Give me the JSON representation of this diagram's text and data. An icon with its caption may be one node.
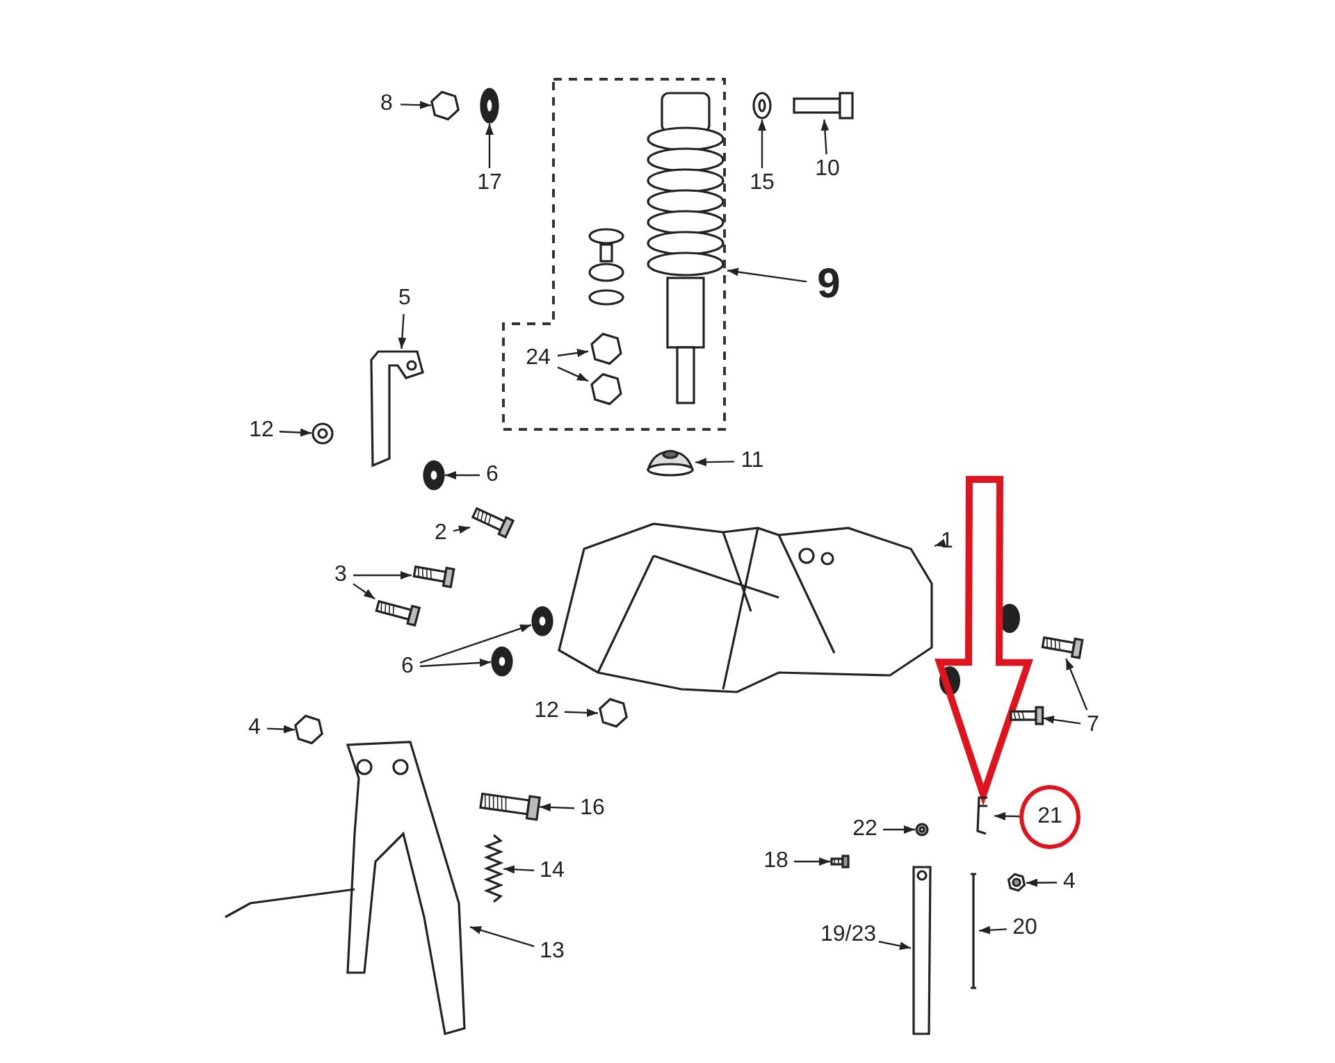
{
  "diagram": {
    "nodes": [
      {
        "text": [
          "8"
        ]
      },
      {
        "text": [
          "17"
        ]
      },
      {
        "text": [],
        "shape": "box"
      },
      {
        "text": [
          "15"
        ]
      },
      {
        "text": [
          "10"
        ]
      },
      {
        "text": [
          "9"
        ]
      },
      {
        "text": [
          "5"
        ]
      },
      {
        "text": [
          "24"
        ],
        "in": 2
      },
      {
        "text": [
          "12"
        ]
      },
      {
        "text": [
          "6"
        ]
      },
      {
        "text": [
          "11"
        ]
      },
      {
        "text": [
          "2"
        ]
      },
      {
        "text": [
          "1"
        ]
      },
      {
        "text": [
          "3"
        ]
      },
      {
        "text": [
          "6"
        ]
      },
      {
        "text": [
          "12"
        ]
      },
      {
        "text": [
          "7"
        ]
      },
      {
        "text": [
          "4"
        ]
      },
      {
        "text": [
          "16"
        ]
      },
      {
        "text": [
          "21"
        ]
      },
      {
        "text": [],
        "shape": "picture"
      },
      {
        "text": [
          "22"
        ]
      },
      {
        "text": [
          "18"
        ]
      },
      {
        "text": [
          "4"
        ]
      },
      {
        "text": [
          "14"
        ]
      },
      {
        "text": [
          "19/23"
        ]
      },
      {
        "text": [
          "20"
        ]
      },
      {
        "text": [
          "13"
        ]
      },
      {
        "text": [],
        "shape": "picture"
      },
      {
        "text": [],
        "shape": "picture"
      },
      {
        "text": [],
        "shape": "picture"
      },
      {
        "text": [],
        "shape": "picture"
      },
      {
        "text": [],
        "shape": "picture"
      },
      {
        "text": [],
        "shape": "picture",
        "in": 2
      },
      {
        "text": [],
        "shape": "picture",
        "in": 2
      },
      {
        "text": [],
        "shape": "picture"
      },
      {
        "text": [],
        "shape": "picture"
      },
      {
        "text": [],
        "shape": "picture"
      },
      {
        "text": [],
        "shape": "picture"
      },
      {
        "text": [],
        "shape": "picture"
      },
      {
        "text": [],
        "shape": "picture"
      },
      {
        "text": [],
        "shape": "picture"
      },
      {
        "text": [],
        "shape": "picture"
      },
      {
        "text": [],
        "shape": "picture"
      },
      {
        "text": [],
        "shape": "picture"
      },
      {
        "text": [],
        "shape": "picture"
      },
      {
        "text": [],
        "shape": "picture"
      },
      {
        "text": [],
        "shape": "picture"
      },
      {
        "text": [],
        "shape": "picture"
      },
      {
        "text": [],
        "shape": "picture"
      },
      {
        "text": [],
        "shape": "picture"
      },
      {
        "text": [],
        "shape": "picture"
      },
      {
        "text": [],
        "shape": "picture"
      },
      {
        "text": [],
        "shape": "picture"
      },
      {
        "text": [],
        "shape": "picture"
      },
      {
        "text": [],
        "shape": "picture"
      }
    ],
    "edges": [
      {
        "from": 0,
        "to": 28,
        "arrow": "to"
      },
      {
        "from": 1,
        "to": 29,
        "arrow": "to"
      },
      {
        "from": 3,
        "to": 30,
        "arrow": "to"
      },
      {
        "from": 4,
        "to": 31,
        "arrow": "to"
      },
      {
        "from": 5,
        "to": 2,
        "arrow": "to"
      },
      {
        "from": 6,
        "to": 32,
        "arrow": "to"
      },
      {
        "from": 7,
        "to": 33,
        "arrow": "to"
      },
      {
        "from": 7,
        "to": 34,
        "arrow": "to"
      },
      {
        "from": 8,
        "to": 35,
        "arrow": "to"
      },
      {
        "from": 9,
        "to": 36,
        "arrow": "to"
      },
      {
        "from": 10,
        "to": 37,
        "arrow": "to"
      },
      {
        "from": 11,
        "to": 38,
        "arrow": "to"
      },
      {
        "from": 12,
        "to": 39,
        "arrow": "to"
      },
      {
        "from": 13,
        "to": 40,
        "arrow": "to"
      },
      {
        "from": 13,
        "to": 41,
        "arrow": "to"
      },
      {
        "from": 14,
        "to": 42,
        "arrow": "to"
      },
      {
        "from": 14,
        "to": 43,
        "arrow": "to"
      },
      {
        "from": 15,
        "to": 45,
        "arrow": "to"
      },
      {
        "from": 16,
        "to": 44,
        "arrow": "to"
      },
      {
        "from": 16,
        "to": 46,
        "arrow": "to"
      },
      {
        "from": 17,
        "to": 47,
        "arrow": "to"
      },
      {
        "from": 18,
        "to": 49,
        "arrow": "to"
      },
      {
        "from": 19,
        "to": 20,
        "arrow": "to"
      },
      {
        "from": null,
        "to": 20,
        "arrow": "to",
        "style": "thick",
        "color": "#e0141e"
      },
      {
        "from": 21,
        "to": 50,
        "arrow": "to"
      },
      {
        "from": 22,
        "to": 52,
        "arrow": "to"
      },
      {
        "from": 23,
        "to": 53,
        "arrow": "to"
      },
      {
        "from": 24,
        "to": 51,
        "arrow": "to"
      },
      {
        "from": 25,
        "to": 54,
        "arrow": "to"
      },
      {
        "from": 26,
        "to": 55,
        "arrow": "to"
      },
      {
        "from": 27,
        "to": 48,
        "arrow": "to"
      }
    ]
  }
}
